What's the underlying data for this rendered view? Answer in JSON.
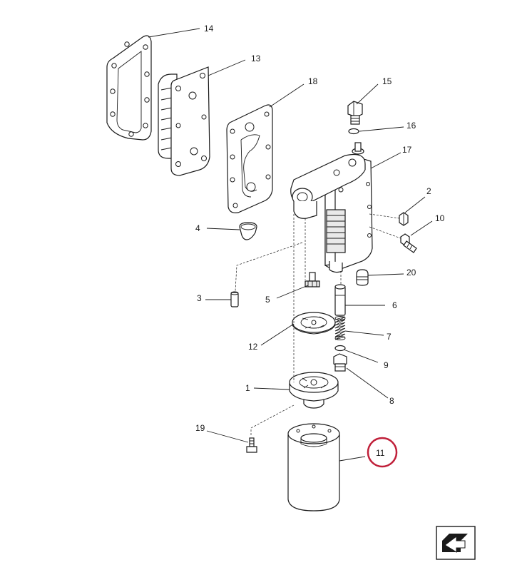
{
  "diagram": {
    "callouts": {
      "c1": "1",
      "c2": "2",
      "c3": "3",
      "c4": "4",
      "c5": "5",
      "c6": "6",
      "c7": "7",
      "c8": "8",
      "c9": "9",
      "c10": "10",
      "c11": "11",
      "c12": "12",
      "c13": "13",
      "c14": "14",
      "c15": "15",
      "c16": "16",
      "c17": "17",
      "c18": "18",
      "c19": "19",
      "c20": "20"
    },
    "highlighted_callout": "11",
    "highlight_color": "#c0203a",
    "corner_icon": "arrow-direction-icon"
  }
}
